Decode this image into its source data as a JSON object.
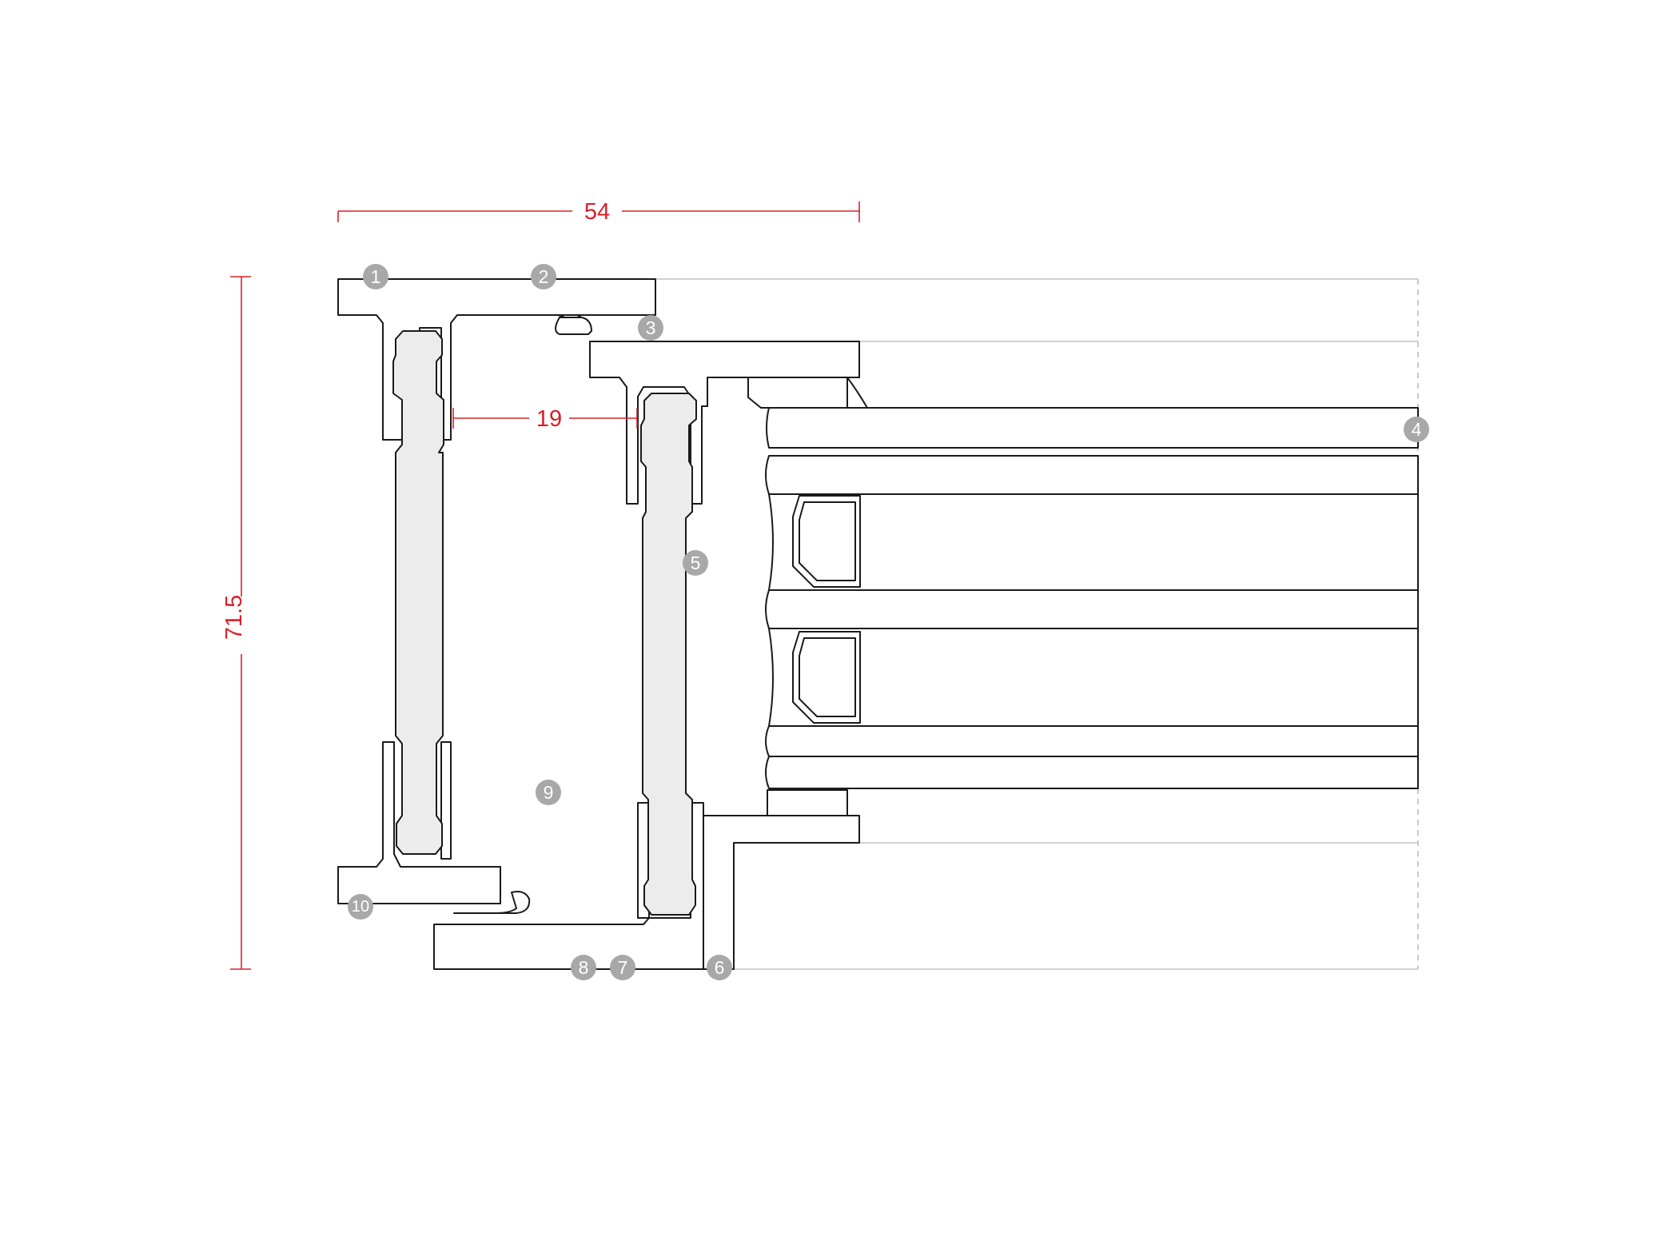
{
  "dimensions": {
    "width_label": "54",
    "height_label": "71.5",
    "gap_label": "19"
  },
  "callouts": [
    "1",
    "2",
    "3",
    "4",
    "5",
    "6",
    "7",
    "8",
    "9",
    "10"
  ],
  "colors": {
    "dimension": "#d8202a",
    "callout": "#a8a8a8",
    "outline": "#1a1a1a",
    "glass_fill": "#ececec",
    "guide": "#c4c4c4"
  }
}
